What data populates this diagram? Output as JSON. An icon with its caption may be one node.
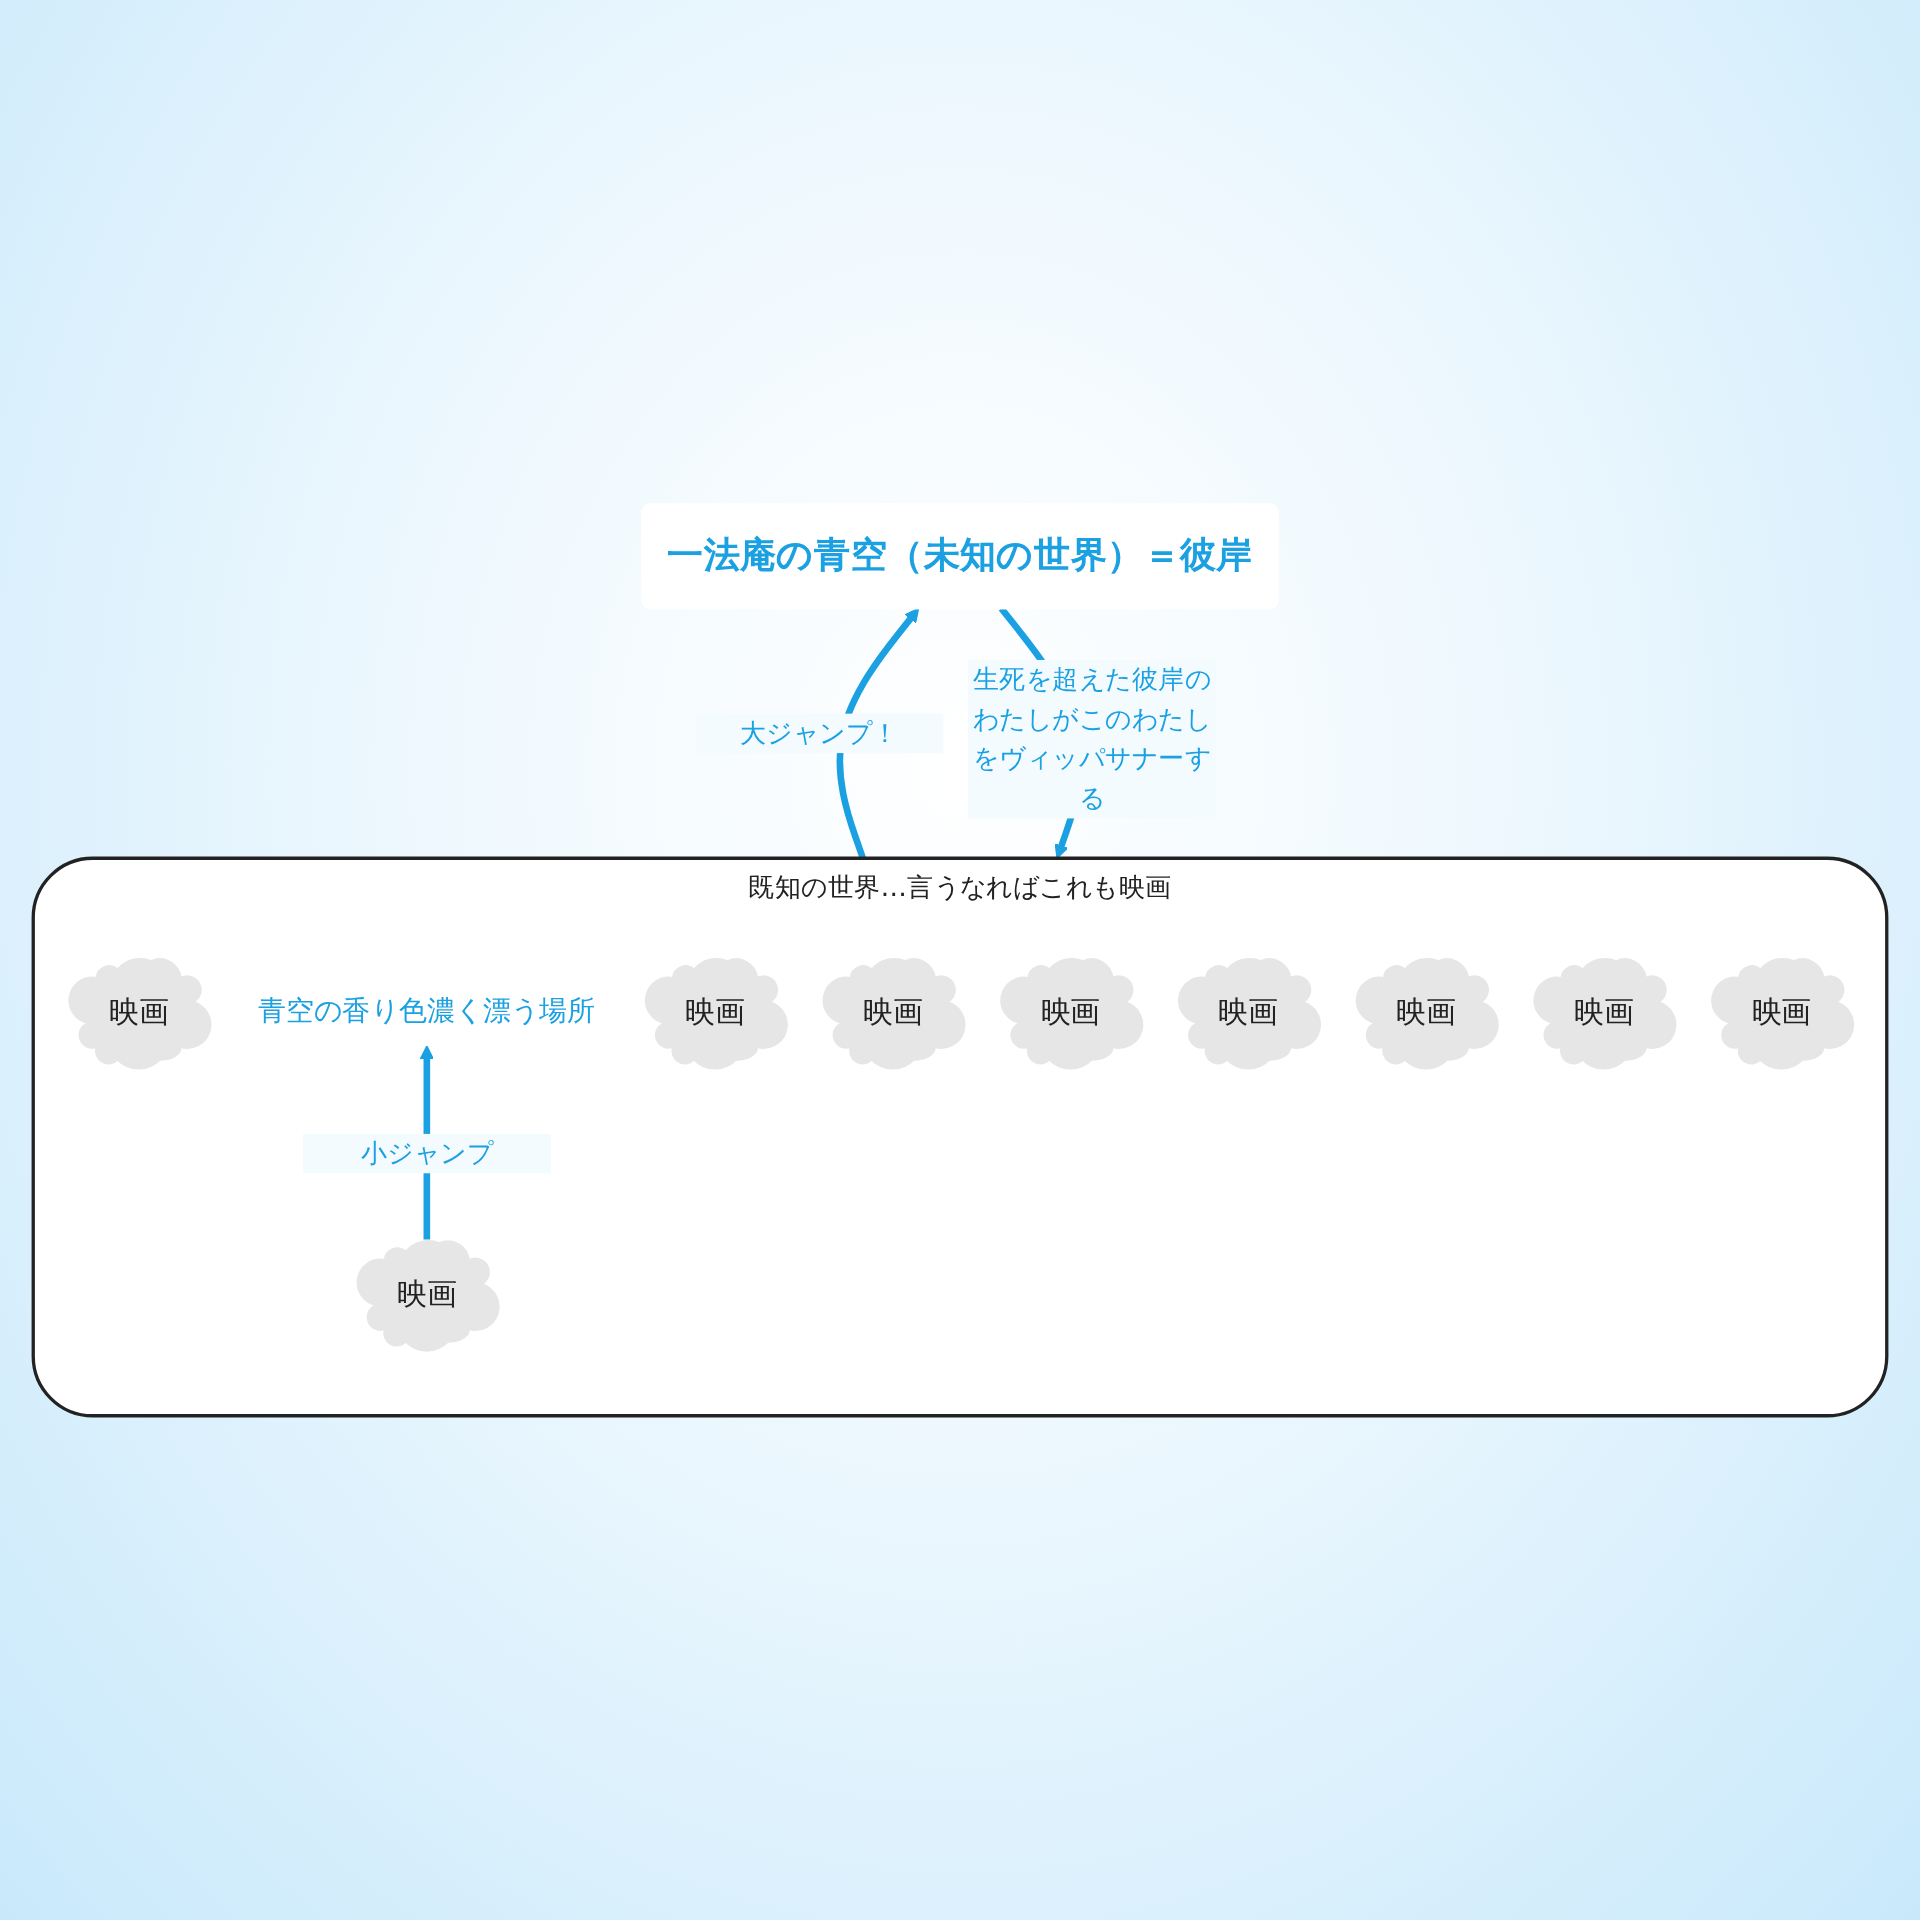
{
  "diagram": {
    "nodes": [
      {
        "text": [
          "一法庵の青空（未知の世界）＝彼岸"
        ]
      },
      {
        "text": [
          "既知の世界…言うなればこれも映画"
        ]
      },
      {
        "text": [
          "映画"
        ],
        "in": 1
      },
      {
        "text": [
          "映画"
        ],
        "in": 1
      },
      {
        "text": [
          "映画"
        ],
        "in": 1
      },
      {
        "text": [
          "青空の香り色濃く漂う場所"
        ],
        "in": 1
      },
      {
        "text": [
          "映画"
        ],
        "in": 1
      },
      {
        "text": [
          "映画"
        ],
        "in": 1
      },
      {
        "text": [
          "映画"
        ],
        "in": 1
      },
      {
        "text": [
          "映画"
        ],
        "in": 1
      },
      {
        "text": [
          "映画"
        ],
        "in": 1
      },
      {
        "text": [
          "映画"
        ],
        "in": 1
      }
    ],
    "edges": [
      {
        "from": 0,
        "to": 1,
        "arrow": "to",
        "label": "生死を超えた彼岸のわたしがこのわたしをヴィッパサナーする"
      },
      {
        "from": 1,
        "to": 0,
        "arrow": "to",
        "label": "大ジャンプ！"
      },
      {
        "from": 7,
        "to": 5,
        "arrow": "to",
        "label": "小ジャンプ"
      }
    ]
  }
}
